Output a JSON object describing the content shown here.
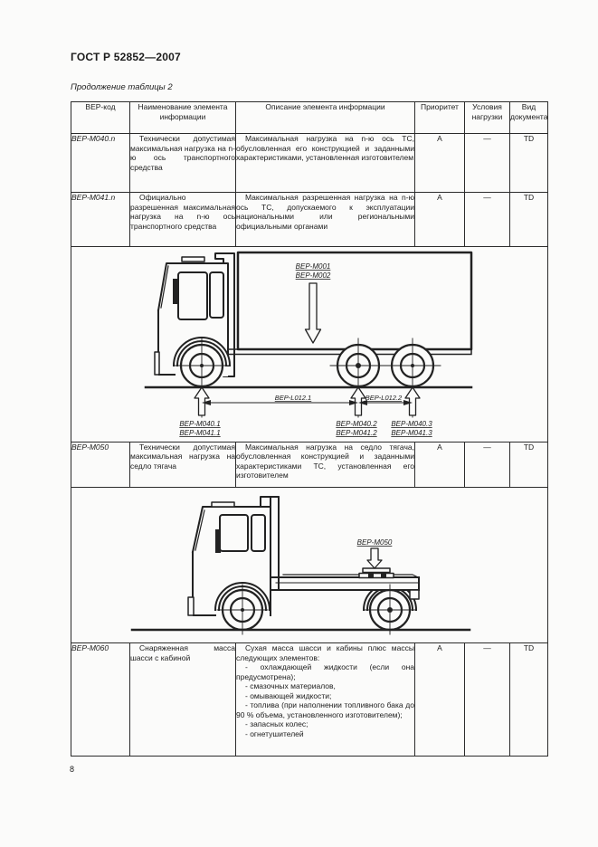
{
  "page": {
    "standard_code": "ГОСТ Р 52852—2007",
    "table_caption": "Продолжение таблицы 2",
    "page_number": "8"
  },
  "table": {
    "headers": {
      "code": "ВЕР-код",
      "name": "Наименование элемента информации",
      "description": "Описание элемента информации",
      "priority": "Приоритет",
      "load_conditions": "Условия нагрузки",
      "document_type": "Вид документа"
    },
    "rows": [
      {
        "code": "BEP-M040.n",
        "name": "Технически допустимая максимальная нагрузка на n-ю ось транспортного средства",
        "description": "Максимальная нагрузка на n-ю ось ТС, обусловленная его конструкцией и заданными характеристиками, установленная изготовителем",
        "priority": "А",
        "load_conditions": "—",
        "document_type": "TD"
      },
      {
        "code": "BEP-M041.n",
        "name": "Официально разрешенная максимальная нагрузка на n-ю ось транспортного средства",
        "description": "Максимальная разрешенная нагрузка на n-ю ось ТС, допускаемого к эксплуатации национальными или региональными официальными органами",
        "priority": "А",
        "load_conditions": "—",
        "document_type": "TD"
      },
      {
        "code": "BEP-M050",
        "name": "Технически допустимая максимальная нагрузка на седло тягача",
        "description": "Максимальная нагрузка на седло тягача, обусловленная конструкцией и заданными характеристиками ТС, установленная его изготовителем",
        "priority": "А",
        "load_conditions": "—",
        "document_type": "TD"
      },
      {
        "code": "BEP-M060",
        "name": "Снаряженная масса шасси с кабиной",
        "desc_intro": "Сухая масса шасси и кабины плюс массы следующих элементов:",
        "desc_items": [
          "- охлаждающей жидкости (если она предусмотрена);",
          "- смазочных материалов,",
          "- омывающей жидкости;",
          "- топлива (при наполнении топливного бака до 90 % объема, установленного изготовителем);",
          "- запасных колес;",
          "- огнетушителей"
        ],
        "priority": "А",
        "load_conditions": "—",
        "document_type": "TD"
      }
    ]
  },
  "diagrams": {
    "truck": {
      "load_labels": [
        "BEP-M001",
        "BEP-M002"
      ],
      "dim_labels": [
        "BEP-L012.1",
        "BEP-L012.2"
      ],
      "axle_labels": [
        [
          "BEP-M040.1",
          "BEP-M041.1"
        ],
        [
          "BEP-M040.2",
          "BEP-M041.2"
        ],
        [
          "BEP-M040.3",
          "BEP-M041.3"
        ]
      ]
    },
    "tractor": {
      "saddle_label": "BEP-M050"
    }
  }
}
